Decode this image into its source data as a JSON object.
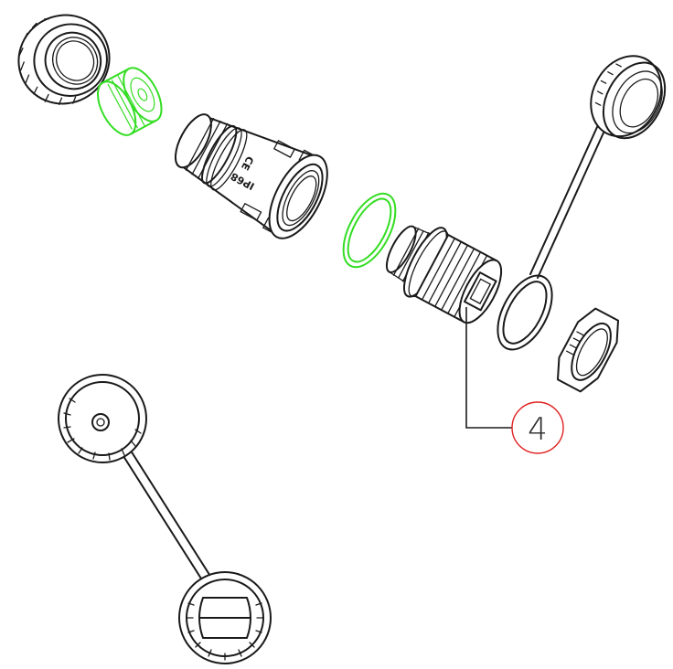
{
  "callout": {
    "number": "4",
    "circle_color": "#e02020"
  },
  "housing_markings": {
    "ce_mark": "CE",
    "rating": "IP68"
  },
  "colors": {
    "highlight": "#33dd22",
    "ink": "#1a1a1a",
    "background": "#ffffff"
  }
}
